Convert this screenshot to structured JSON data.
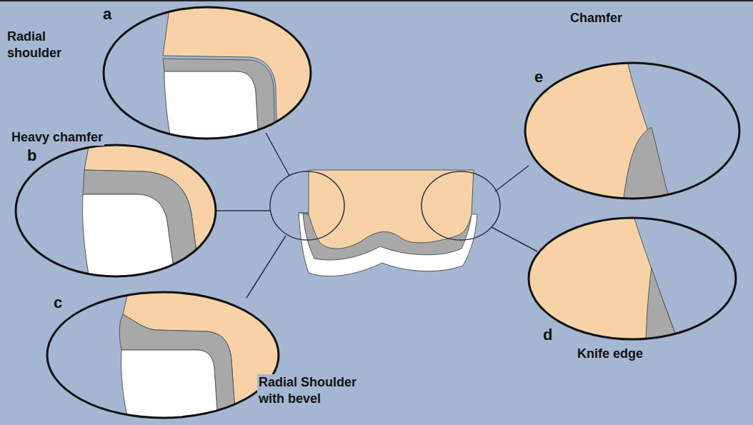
{
  "diagram": {
    "labels": [
      "a",
      "Radial shoulder",
      "Heavy chamfer",
      "b",
      "c",
      "Radial Shoulder with bevel",
      "Chamfer",
      "e",
      "d",
      "Knife edge"
    ]
  }
}
